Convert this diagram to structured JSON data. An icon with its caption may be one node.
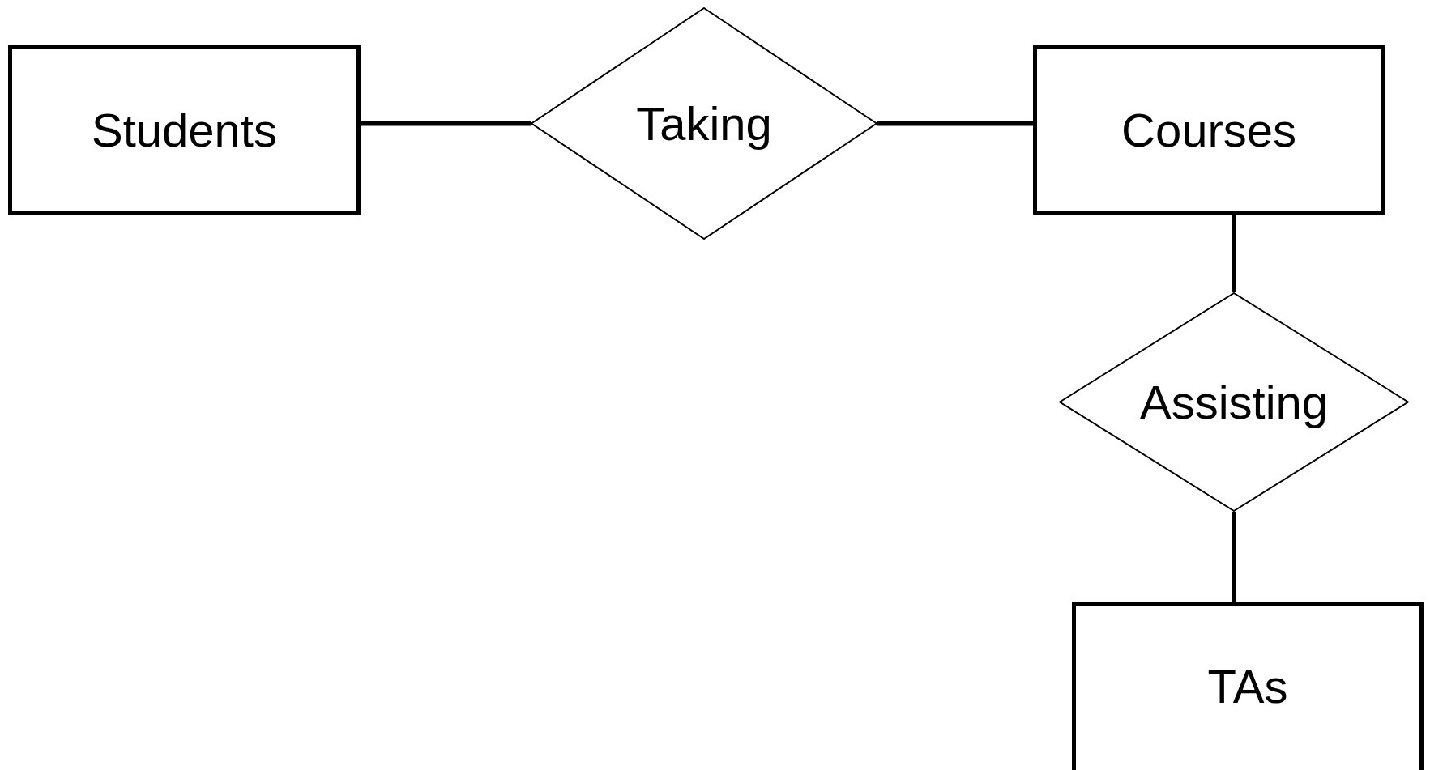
{
  "diagram": {
    "nodes": [
      {
        "text": [
          "Students"
        ]
      },
      {
        "text": [
          "Taking"
        ]
      },
      {
        "text": [
          "Courses"
        ]
      },
      {
        "text": [
          "Assisting"
        ]
      },
      {
        "text": [
          "TAs"
        ]
      }
    ],
    "edges": [
      {
        "from": 0,
        "to": 1,
        "arrow": "none"
      },
      {
        "from": 1,
        "to": 2,
        "arrow": "none"
      },
      {
        "from": 2,
        "to": 3,
        "arrow": "none"
      },
      {
        "from": 3,
        "to": 4,
        "arrow": "none"
      }
    ]
  }
}
